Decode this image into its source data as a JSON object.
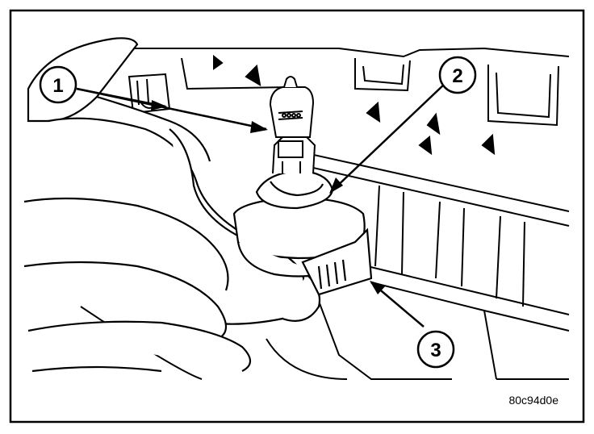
{
  "callouts": [
    {
      "number": "1"
    },
    {
      "number": "2"
    },
    {
      "number": "3"
    }
  ],
  "figure_id": "80c94d0e",
  "colors": {
    "line": "#000000",
    "background": "#ffffff"
  }
}
